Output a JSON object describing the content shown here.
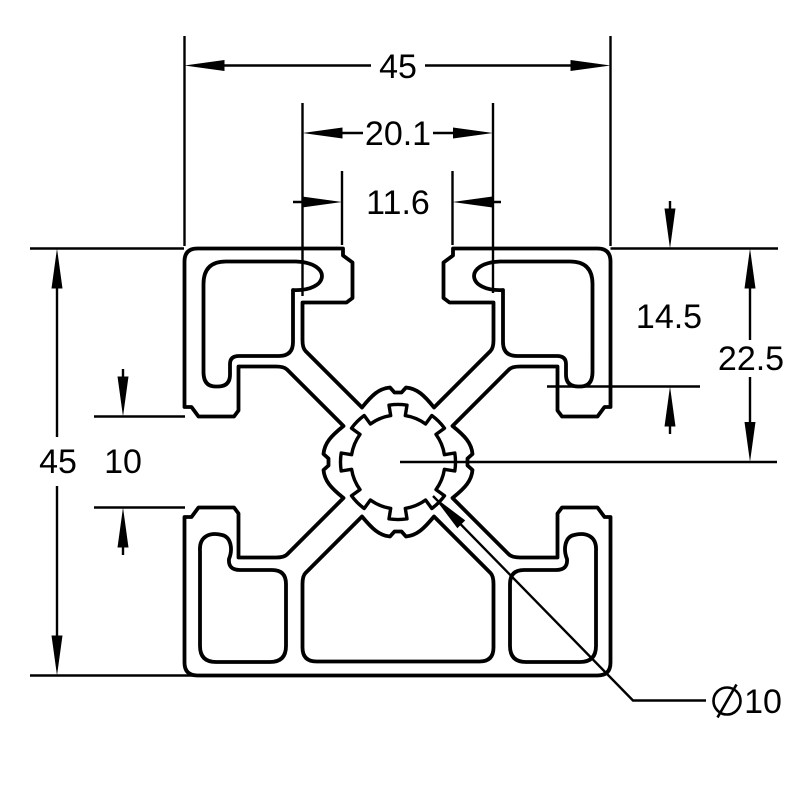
{
  "figure": {
    "background": "#ffffff",
    "line_color": "#000000",
    "kind": "t-slot-extrusion-cross-section"
  },
  "dims": {
    "overall_width": "45",
    "slot_cavity_width": "20.1",
    "slot_opening_top": "11.6",
    "cavity_depth": "14.5",
    "center_distance": "22.5",
    "overall_height": "45",
    "slot_opening_side": "10",
    "bore_symbol": "⌀",
    "bore_diameter": "10"
  }
}
